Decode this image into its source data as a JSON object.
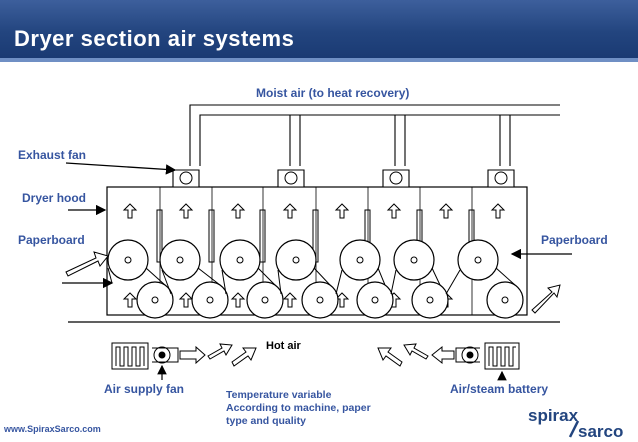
{
  "title": "Dryer section air systems",
  "labels": {
    "moist_air": "Moist air (to heat recovery)",
    "exhaust_fan": "Exhaust fan",
    "dryer_hood": "Dryer hood",
    "paperboard_left": "Paperboard",
    "paperboard_right": "Paperboard",
    "hot_air": "Hot  air",
    "air_supply_fan": "Air supply fan",
    "air_steam_battery": "Air/steam battery"
  },
  "note": [
    "Temperature variable",
    "According to machine, paper",
    "type and quality"
  ],
  "footer_url": "www.SpiraxSarco.com",
  "logo": {
    "line1": "spirax",
    "line2": "sarco"
  },
  "colors": {
    "header": "#23457f",
    "label_blue": "#3655a0",
    "line": "#000000"
  }
}
